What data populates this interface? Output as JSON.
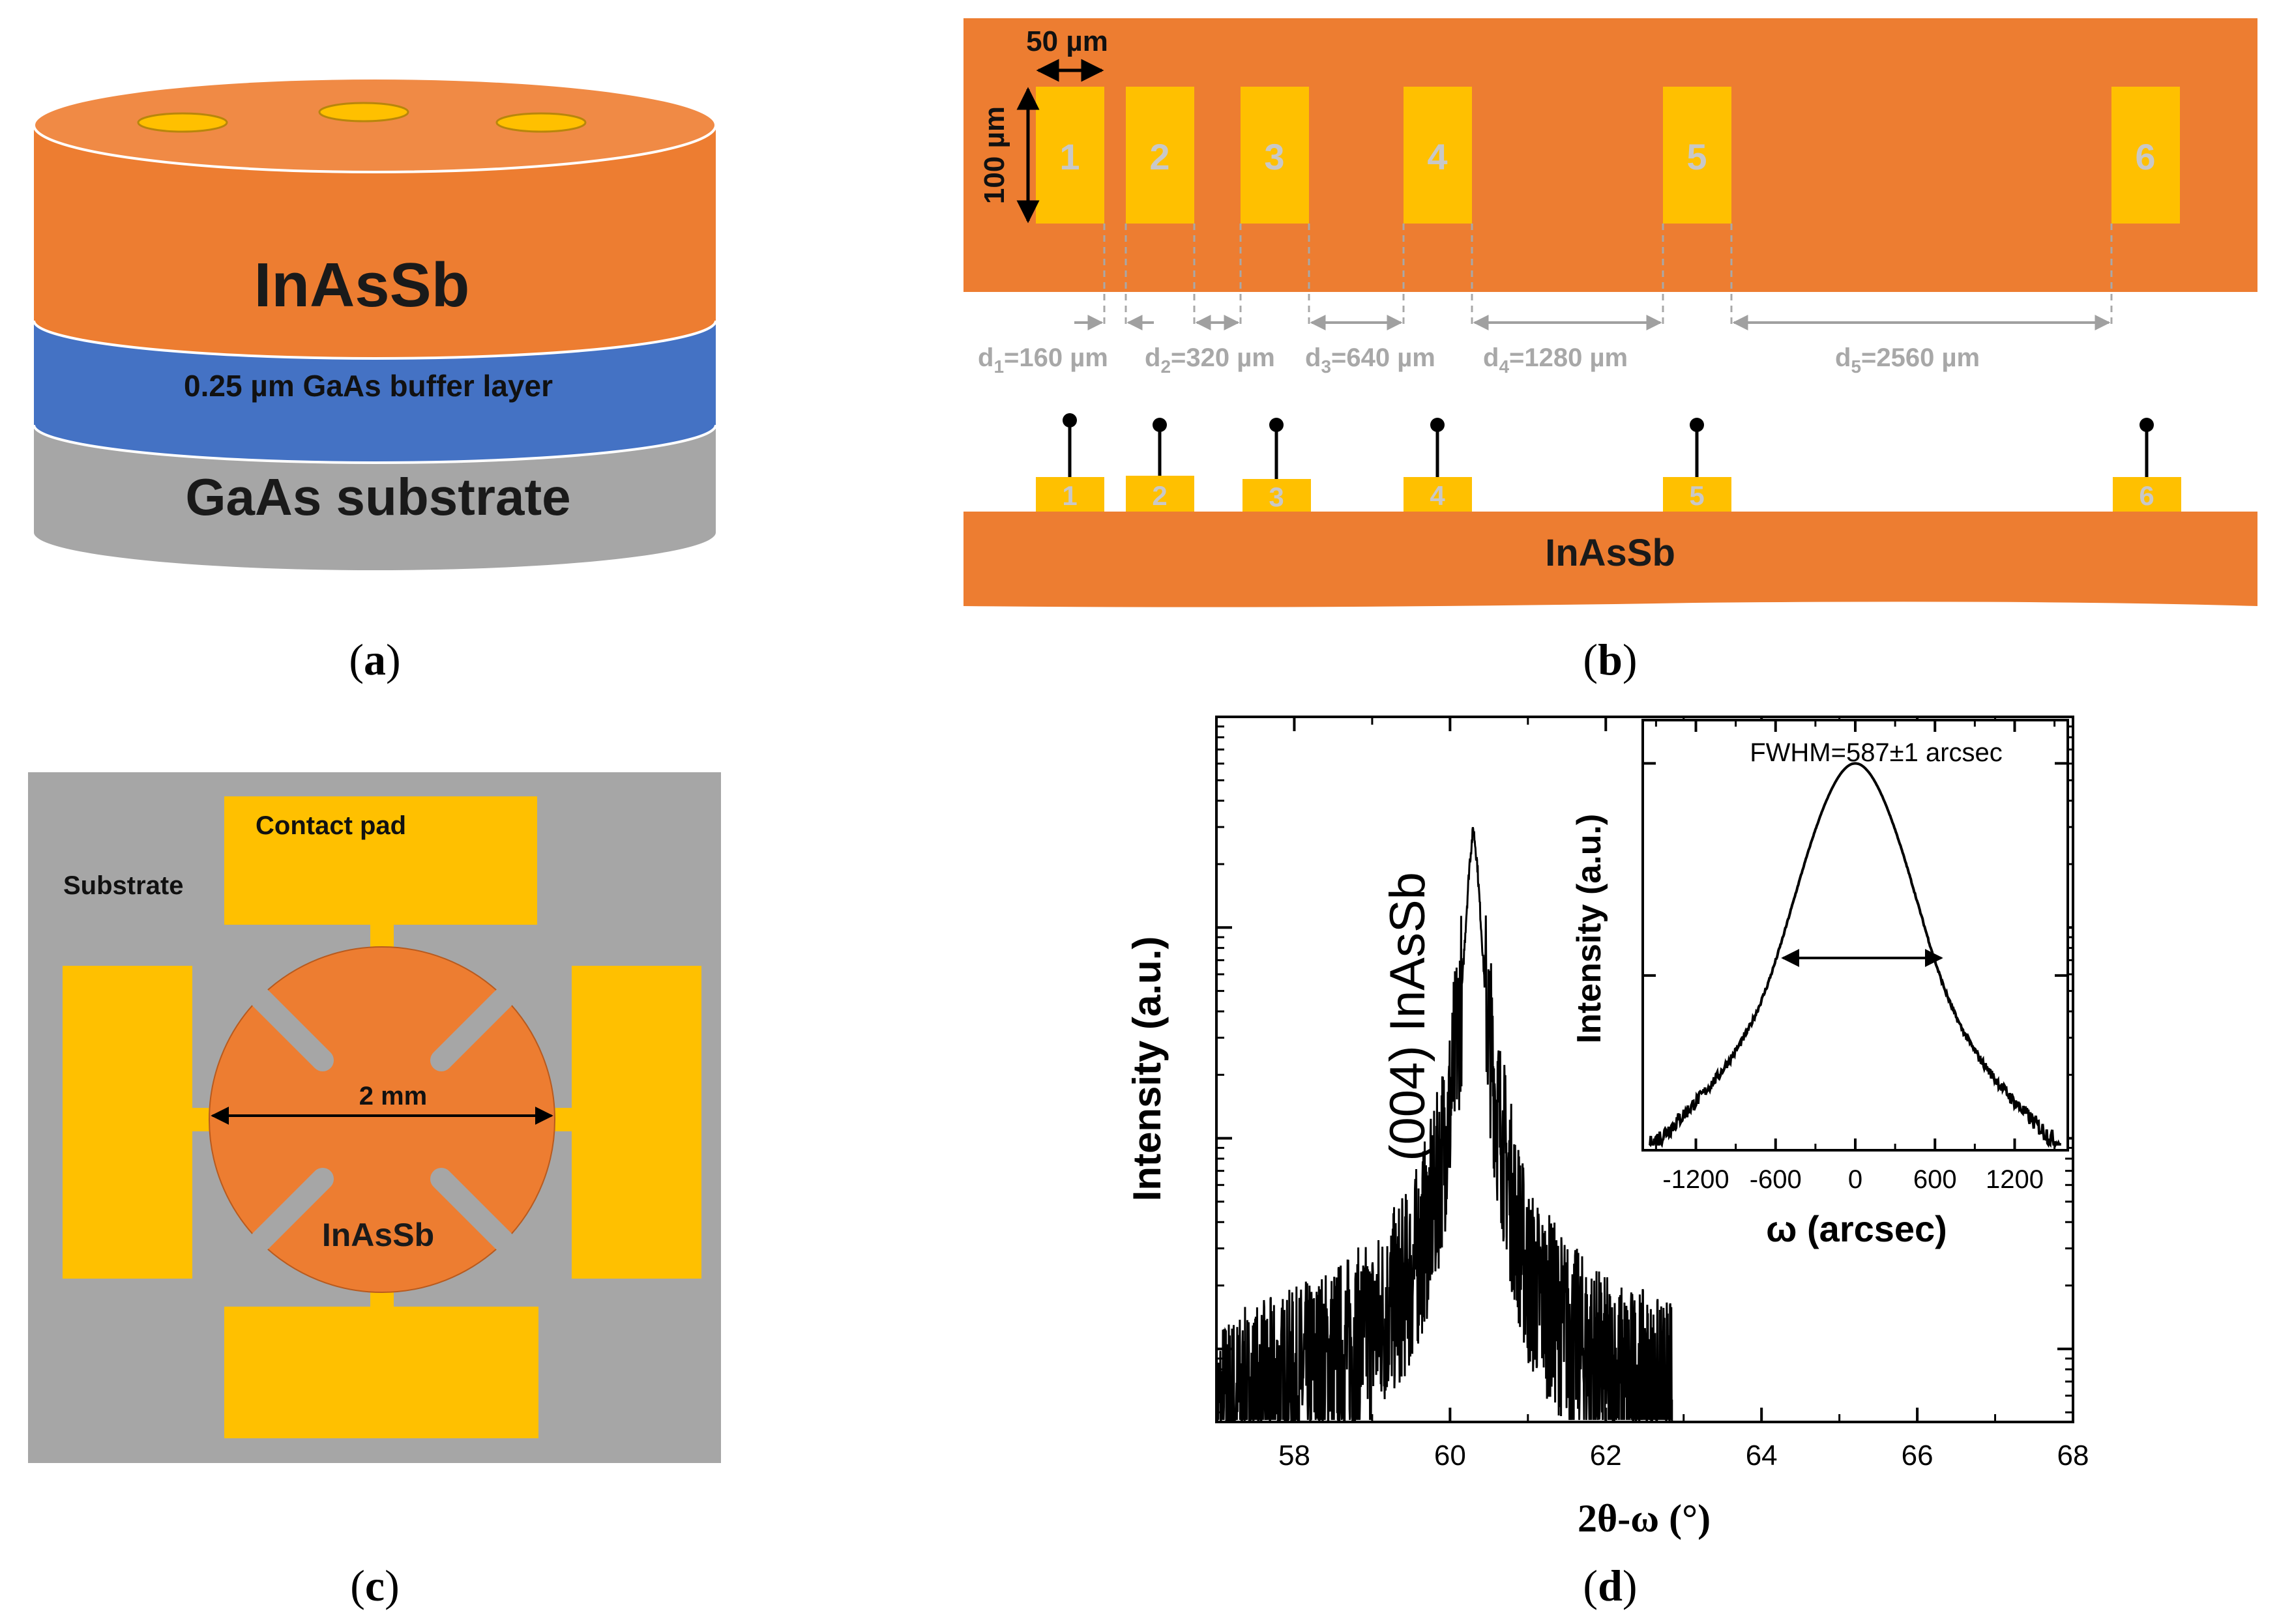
{
  "colors": {
    "inassb": "#ED7D31",
    "gold": "#FFC000",
    "gaas_buffer": "#4472C4",
    "substrate_grey": "#A6A6A6",
    "dimension_grey": "#B0B0B0",
    "text_dark": "#1a1a1a"
  },
  "panels": {
    "a": {
      "caption_open": "(",
      "caption_letter": "a",
      "caption_close": ")",
      "layer_top": "InAsSb",
      "layer_buffer": "0.25 µm GaAs buffer layer",
      "layer_substrate": "GaAs substrate"
    },
    "b": {
      "caption_open": "(",
      "caption_letter": "b",
      "caption_close": ")",
      "width_label": "50 µm",
      "height_label": "100 µm",
      "pad_numbers": [
        "1",
        "2",
        "3",
        "4",
        "5",
        "6"
      ],
      "spacings": [
        {
          "d": "d",
          "sub": "1",
          "val": "=160 µm"
        },
        {
          "d": "d",
          "sub": "2",
          "val": "=320 µm"
        },
        {
          "d": "d",
          "sub": "3",
          "val": "=640 µm"
        },
        {
          "d": "d",
          "sub": "4",
          "val": "=1280 µm"
        },
        {
          "d": "d",
          "sub": "5",
          "val": "=2560 µm"
        }
      ],
      "side_layer_label": "InAsSb"
    },
    "c": {
      "caption_open": "(",
      "caption_letter": "c",
      "caption_close": ")",
      "contact_pad_label": "Contact pad",
      "substrate_label": "Substrate",
      "diameter_label": "2 mm",
      "film_label": "InAsSb"
    },
    "d": {
      "caption_open": "(",
      "caption_letter": "d",
      "caption_close": ")",
      "peak_label": "(004) InAsSb",
      "inset_annotation": "FWHM=587±1 arcsec"
    }
  },
  "chart_data": [
    {
      "type": "line",
      "xlabel": "2θ-ω (°)",
      "ylabel": "Intensity (a.u.)",
      "xlim": [
        57,
        68
      ],
      "x_ticks": [
        "58",
        "60",
        "62",
        "64",
        "66",
        "68"
      ],
      "x_tick_values": [
        58,
        60,
        62,
        64,
        66,
        68
      ],
      "y_scale": "log",
      "y_tick_labels_shown": false,
      "series": [
        {
          "points": [
            [
              57.0,
              0.05
            ],
            [
              58.0,
              0.07
            ],
            [
              59.0,
              0.12
            ],
            [
              59.5,
              0.22
            ],
            [
              59.8,
              0.5
            ],
            [
              60.0,
              1.4
            ],
            [
              60.15,
              5.0
            ],
            [
              60.25,
              20.0
            ],
            [
              60.3,
              30.0
            ],
            [
              60.35,
              20.0
            ],
            [
              60.45,
              5.0
            ],
            [
              60.6,
              1.4
            ],
            [
              60.8,
              0.5
            ],
            [
              61.0,
              0.22
            ],
            [
              61.5,
              0.12
            ],
            [
              62.0,
              0.08
            ],
            [
              62.85,
              0.06
            ]
          ]
        }
      ]
    },
    {
      "type": "line",
      "xlabel": "ω (arcsec)",
      "ylabel": "Intensity (a.u.)",
      "xlim": [
        -1600,
        1600
      ],
      "x_ticks": [
        "-1200",
        "-600",
        "0",
        "600",
        "1200"
      ],
      "x_tick_values": [
        -1200,
        -600,
        0,
        600,
        1200
      ],
      "y_scale": "log",
      "y_tick_labels_shown": false,
      "fwhm_arcsec": 587,
      "fwhm_uncertainty_arcsec": 1,
      "series": [
        {
          "points": [
            [
              -1550,
              0.02
            ],
            [
              -1200,
              0.05
            ],
            [
              -900,
              0.15
            ],
            [
              -600,
              0.5
            ],
            [
              -300,
              0.85
            ],
            [
              0,
              1.0
            ],
            [
              300,
              0.85
            ],
            [
              600,
              0.5
            ],
            [
              900,
              0.15
            ],
            [
              1200,
              0.05
            ],
            [
              1550,
              0.02
            ]
          ]
        }
      ]
    }
  ]
}
